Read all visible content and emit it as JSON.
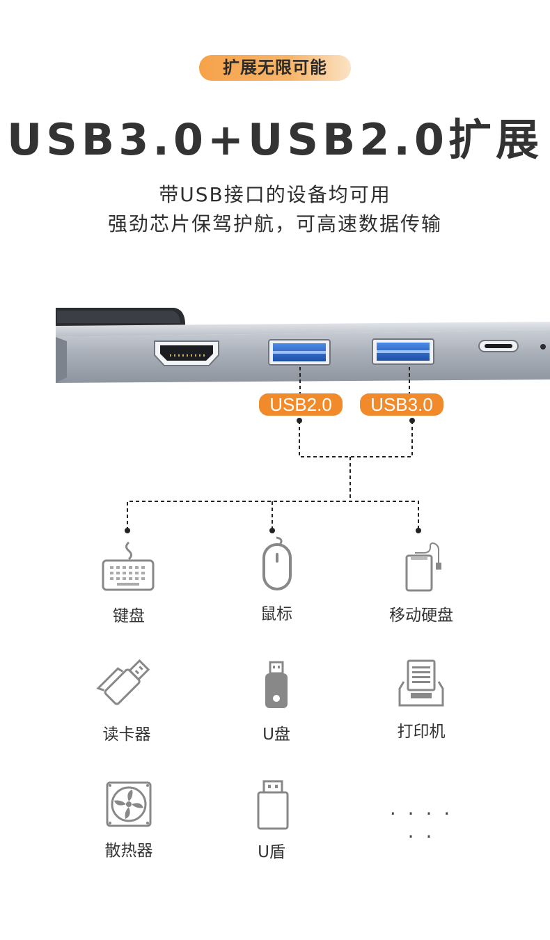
{
  "badge": "扩展无限可能",
  "headline": "USB3.0+USB2.0扩展",
  "subtitle": {
    "line1": "带USB接口的设备均可用",
    "line2": "强劲芯片保驾护航，可高速数据传输"
  },
  "port_labels": {
    "usb2": "USB2.0",
    "usb3": "USB3.0"
  },
  "devices": [
    {
      "name": "键盘",
      "icon": "keyboard-icon"
    },
    {
      "name": "鼠标",
      "icon": "mouse-icon"
    },
    {
      "name": "移动硬盘",
      "icon": "external-drive-icon"
    },
    {
      "name": "读卡器",
      "icon": "card-reader-icon"
    },
    {
      "name": "U盘",
      "icon": "usb-flash-drive-icon"
    },
    {
      "name": "打印机",
      "icon": "printer-icon"
    },
    {
      "name": "散热器",
      "icon": "cooling-fan-icon"
    },
    {
      "name": "U盾",
      "icon": "usb-security-key-icon"
    }
  ],
  "more": "· · · · · ·",
  "colors": {
    "accent": "#f08a2a",
    "usb3_blue": "#2f6fd1",
    "hub_body": "#a9afb8",
    "icon_gray": "#888888"
  }
}
